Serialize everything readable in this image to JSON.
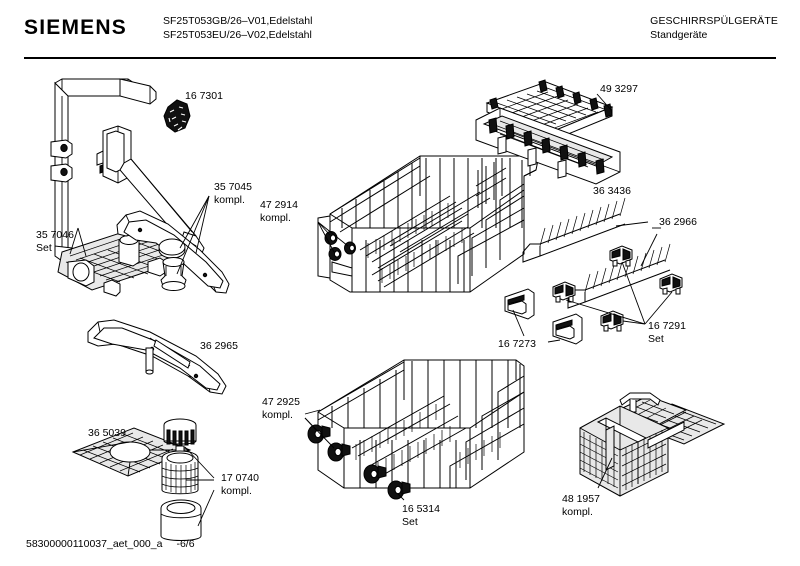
{
  "header": {
    "brand": "SIEMENS",
    "models": [
      "SF25T053GB/26–V01,Edelstahl",
      "SF25T053EU/26–V02,Edelstahl"
    ],
    "category": "GESCHIRRSPÜLGERÄTE",
    "subcategory": "Standgeräte"
  },
  "footer": {
    "document_id": "58300000110037_aet_000_a",
    "page": "-6/6"
  },
  "parts": [
    {
      "id": "167301",
      "number": "16 7301",
      "qualifier": "",
      "name": "sponge-filter-part"
    },
    {
      "id": "357045",
      "number": "35 7045",
      "qualifier": "kompl.",
      "name": "upper-spray-arm-assembly"
    },
    {
      "id": "357046",
      "number": "35 7046",
      "qualifier": "Set",
      "name": "water-feed-pipe-set"
    },
    {
      "id": "472914",
      "number": "47 2914",
      "qualifier": "kompl.",
      "name": "upper-basket-assembly"
    },
    {
      "id": "493297",
      "number": "49 3297",
      "qualifier": "",
      "name": "cup-shelf-insert"
    },
    {
      "id": "363436",
      "number": "36 3436",
      "qualifier": "",
      "name": "folding-plate-rack"
    },
    {
      "id": "362966",
      "number": "36 2966",
      "qualifier": "",
      "name": "tine-row-rack"
    },
    {
      "id": "167291",
      "number": "16 7291",
      "qualifier": "Set",
      "name": "tine-clip-set"
    },
    {
      "id": "167273",
      "number": "16 7273",
      "qualifier": "",
      "name": "rack-retainer-clip"
    },
    {
      "id": "362965",
      "number": "36 2965",
      "qualifier": "",
      "name": "lower-spray-arm"
    },
    {
      "id": "365039",
      "number": "36 5039",
      "qualifier": "",
      "name": "coarse-filter-screen"
    },
    {
      "id": "170740",
      "number": "17 0740",
      "qualifier": "kompl.",
      "name": "micro-filter-assembly"
    },
    {
      "id": "472925",
      "number": "47 2925",
      "qualifier": "kompl.",
      "name": "lower-basket-assembly"
    },
    {
      "id": "165314",
      "number": "16 5314",
      "qualifier": "Set",
      "name": "basket-roller-set"
    },
    {
      "id": "481957",
      "number": "48 1957",
      "qualifier": "kompl.",
      "name": "cutlery-basket-assembly"
    }
  ]
}
